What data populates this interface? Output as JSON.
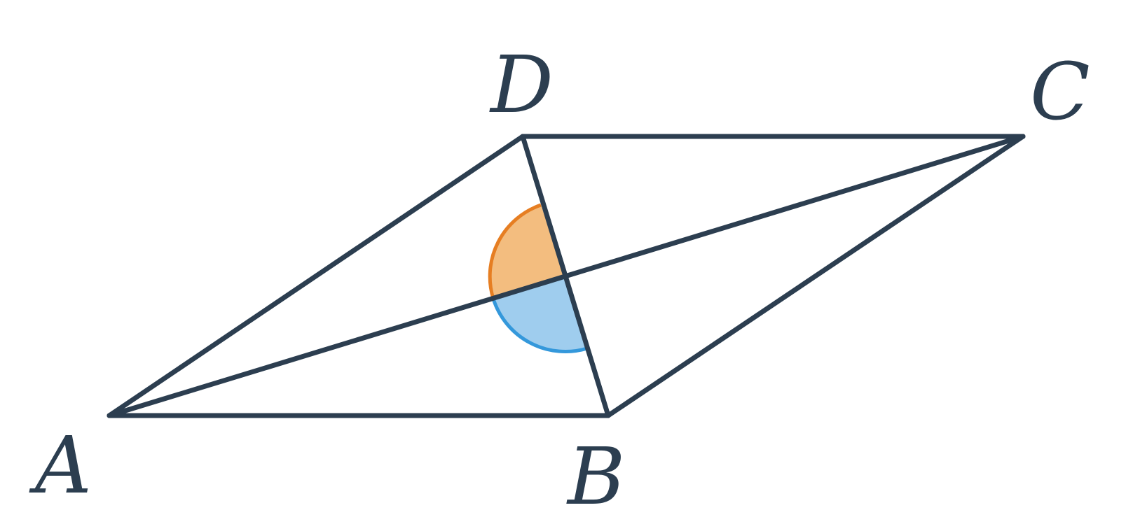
{
  "colors": {
    "stroke": "#2c3e50",
    "angle_orange_fill": "#f3bd7f",
    "angle_orange_stroke": "#e67e22",
    "angle_blue_fill": "#9fcdee",
    "angle_blue_stroke": "#3498db"
  },
  "labels": {
    "A": "A",
    "B": "B",
    "C": "C",
    "D": "D"
  }
}
